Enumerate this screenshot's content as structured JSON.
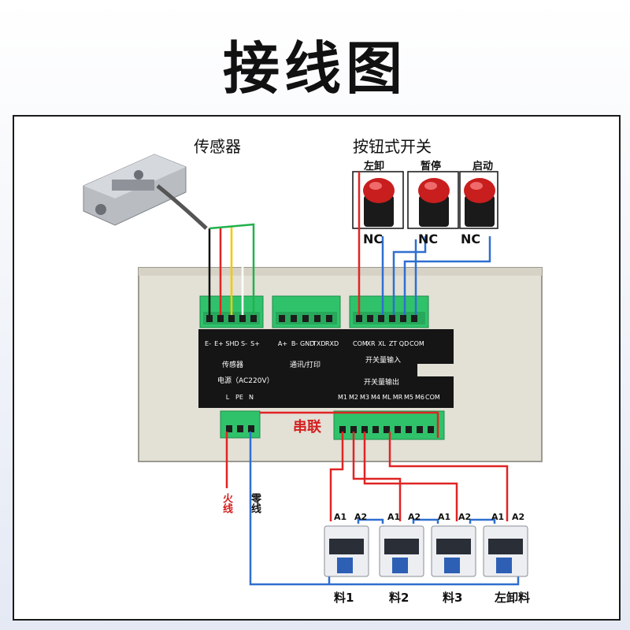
{
  "title": "接线图",
  "sensor_label": "传感器",
  "switch_label": "按钮式开关",
  "buttons": [
    {
      "name": "左卸",
      "nc": "NC"
    },
    {
      "name": "暂停",
      "nc": "NC"
    },
    {
      "name": "启动",
      "nc": "NC"
    }
  ],
  "terminals": {
    "sensor": [
      "E-",
      "E+",
      "SHD",
      "S-",
      "S+"
    ],
    "comm": [
      "A+",
      "B-",
      "GND",
      "TXD",
      "RXD"
    ],
    "inputs": [
      "COM",
      "XR",
      "XL",
      "ZT",
      "QD",
      "COM"
    ],
    "power": [
      "L",
      "PE",
      "N"
    ],
    "outputs": [
      "M1",
      "M2",
      "M3",
      "M4",
      "ML",
      "MR",
      "M5",
      "M6",
      "COM"
    ]
  },
  "plate_labels": {
    "sensor": "传感器",
    "comm": "通讯/打印",
    "inputs": "开关量输入",
    "power": "电源（AC220V）",
    "outputs": "开关量输出"
  },
  "series_label": "串联",
  "live_label": "火线",
  "neutral_label": "零线",
  "contactors": [
    {
      "label": "料1",
      "a1": "A1",
      "a2": "A2"
    },
    {
      "label": "料2",
      "a1": "A1",
      "a2": "A2"
    },
    {
      "label": "料3",
      "a1": "A1",
      "a2": "A2"
    },
    {
      "label": "左卸料",
      "a1": "A1",
      "a2": "A2"
    }
  ],
  "colors": {
    "red_wire": "#e02424",
    "blue_wire": "#2f6fd0",
    "terminal_green": "#2fc26b",
    "plate": "#151515",
    "housing": "#e3e0d6"
  }
}
